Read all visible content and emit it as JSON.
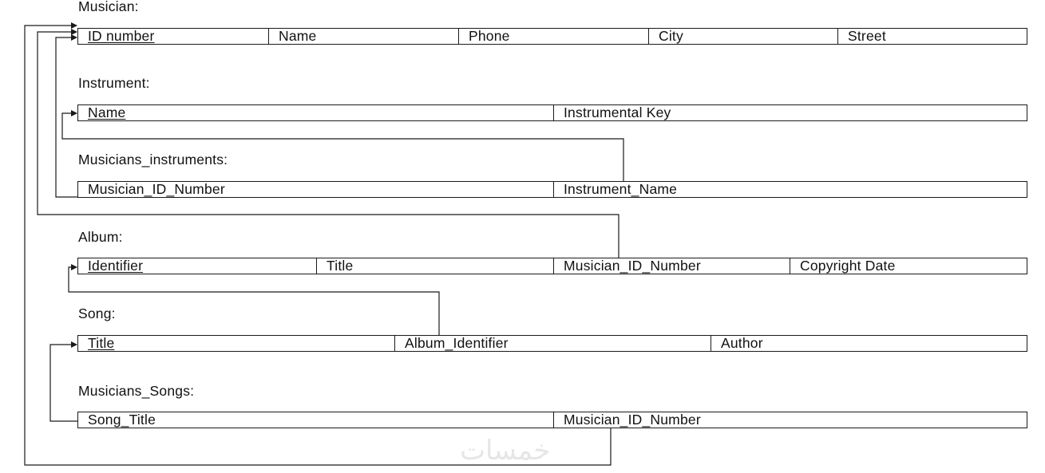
{
  "relations": [
    {
      "title": "Musician:",
      "attributes": [
        {
          "label": "ID number",
          "primary_key": true
        },
        {
          "label": "Name",
          "primary_key": false
        },
        {
          "label": "Phone",
          "primary_key": false
        },
        {
          "label": "City",
          "primary_key": false
        },
        {
          "label": "Street",
          "primary_key": false
        }
      ]
    },
    {
      "title": "Instrument:",
      "attributes": [
        {
          "label": "Name",
          "primary_key": true
        },
        {
          "label": "Instrumental Key",
          "primary_key": false
        }
      ]
    },
    {
      "title": "Musicians_instruments:",
      "attributes": [
        {
          "label": "Musician_ID_Number",
          "primary_key": false
        },
        {
          "label": "Instrument_Name",
          "primary_key": false
        }
      ]
    },
    {
      "title": "Album:",
      "attributes": [
        {
          "label": "Identifier",
          "primary_key": true
        },
        {
          "label": "Title",
          "primary_key": false
        },
        {
          "label": "Musician_ID_Number",
          "primary_key": false
        },
        {
          "label": "Copyright Date",
          "primary_key": false
        }
      ]
    },
    {
      "title": "Song:",
      "attributes": [
        {
          "label": "Title",
          "primary_key": true
        },
        {
          "label": "Album_Identifier",
          "primary_key": false
        },
        {
          "label": "Author",
          "primary_key": false
        }
      ]
    },
    {
      "title": "Musicians_Songs:",
      "attributes": [
        {
          "label": "Song_Title",
          "primary_key": false
        },
        {
          "label": "Musician_ID_Number",
          "primary_key": false
        }
      ]
    }
  ],
  "foreign_keys": [
    {
      "from": "Musicians_instruments.Musician_ID_Number",
      "to": "Musician.ID number"
    },
    {
      "from": "Musicians_instruments.Instrument_Name",
      "to": "Instrument.Name"
    },
    {
      "from": "Album.Musician_ID_Number",
      "to": "Musician.ID number"
    },
    {
      "from": "Song.Album_Identifier",
      "to": "Album.Identifier"
    },
    {
      "from": "Musicians_Songs.Song_Title",
      "to": "Song.Title"
    },
    {
      "from": "Musicians_Songs.Musician_ID_Number",
      "to": "Musician.ID number"
    }
  ],
  "watermark": "خمسات",
  "colors": {
    "line": "#1a1a1a",
    "text": "#111111",
    "watermark": "#e6e6e6"
  }
}
